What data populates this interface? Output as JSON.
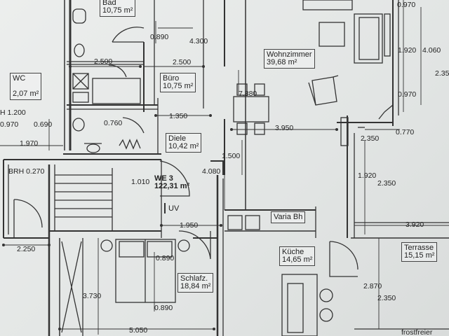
{
  "rooms": {
    "bad": {
      "name": "Bad",
      "area": "10,75 m²"
    },
    "wc": {
      "name": "WC",
      "area": "2,07 m²"
    },
    "buero": {
      "name": "Büro",
      "area": "10,75 m²"
    },
    "wohnzimmer": {
      "name": "Wohnzimmer",
      "area": "39,68 m²"
    },
    "diele": {
      "name": "Diele",
      "area": "10,42 m²"
    },
    "we3": {
      "name": "WE 3",
      "area": "122,31 m²"
    },
    "varia": {
      "name": "Varia Bh"
    },
    "kueche": {
      "name": "Küche",
      "area": "14,65 m²"
    },
    "terrasse": {
      "name": "Terrasse",
      "area": "15,15 m²"
    },
    "schlafz": {
      "name": "Schlafz.",
      "area": "18,84 m²"
    }
  },
  "labels": {
    "uv": "UV",
    "brh_left": "BRH 0.270",
    "brh_top": "H 1.200",
    "frost": "frostfreier"
  },
  "dimensions": {
    "d0970a": "0.970",
    "d1920": "1.920",
    "d4060": "4.060",
    "d0970b": "0.970",
    "d0890a": "0.890",
    "d4300": "4.300",
    "d2500a": "2.500",
    "d2500b": "2.500",
    "d7880": "7.880",
    "d1350": "1.350",
    "d3950": "3.950",
    "d0770": "0.770",
    "d2350a": "2.350",
    "d0970c": "0.970",
    "d0690": "0.690",
    "d0760": "0.760",
    "d1970": "1.970",
    "d1500": "1.500",
    "d1920b": "1.920",
    "d2350b": "2.350",
    "d4080": "4.080",
    "d1010": "1.010",
    "d1950": "1.950",
    "d3920": "3.920",
    "d2250": "2.250",
    "d0890b": "0.890",
    "d3730": "3.730",
    "d0890c": "0.890",
    "d2870": "2.870",
    "d2350c": "2.350",
    "d5050": "5.050",
    "d2350d": "2.35"
  }
}
